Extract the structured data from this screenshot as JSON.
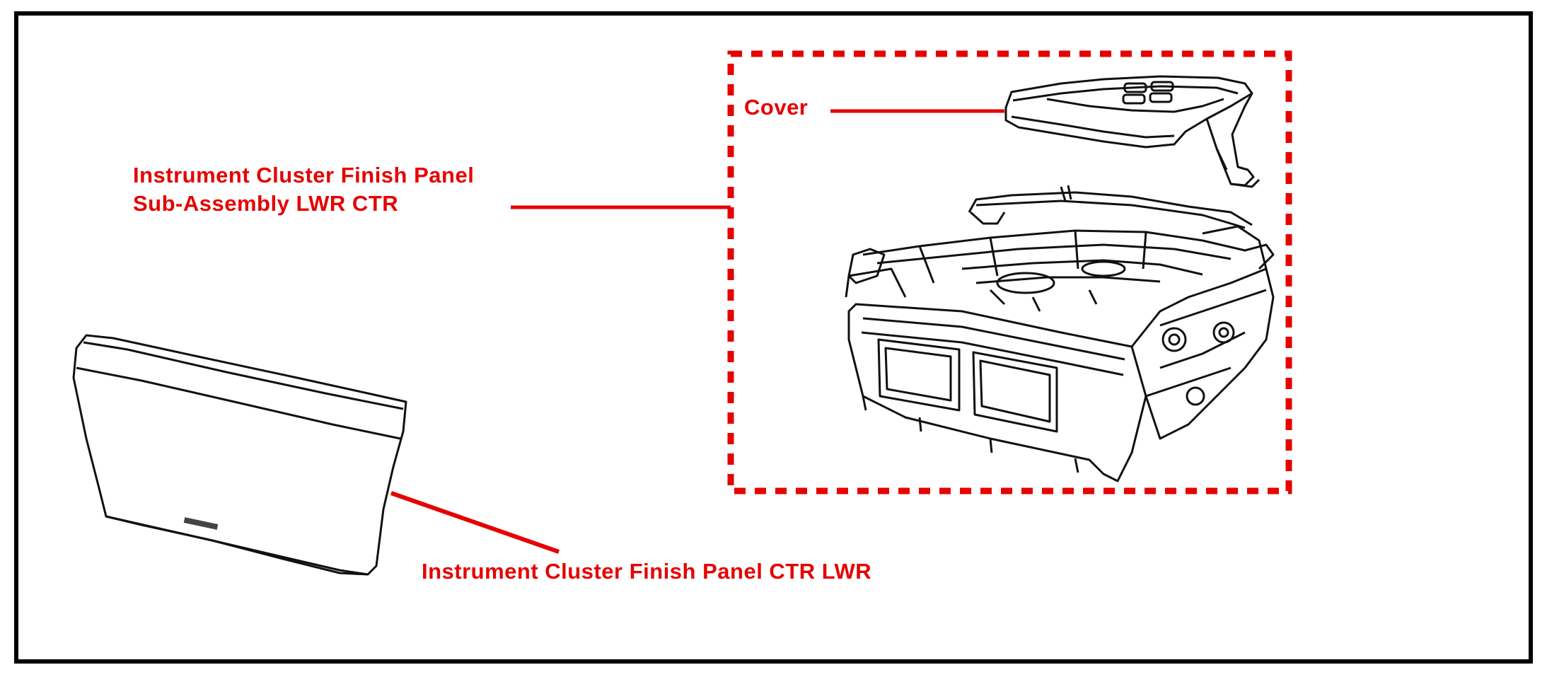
{
  "labels": {
    "cover": "Cover",
    "subassembly_line1": "Instrument Cluster Finish Panel",
    "subassembly_line2": "Sub-Assembly LWR CTR",
    "finish_panel": "Instrument Cluster Finish Panel  CTR LWR"
  },
  "colors": {
    "label": "#e60000",
    "leader": "#e60000",
    "frame": "#000000",
    "linework": "#111111"
  }
}
